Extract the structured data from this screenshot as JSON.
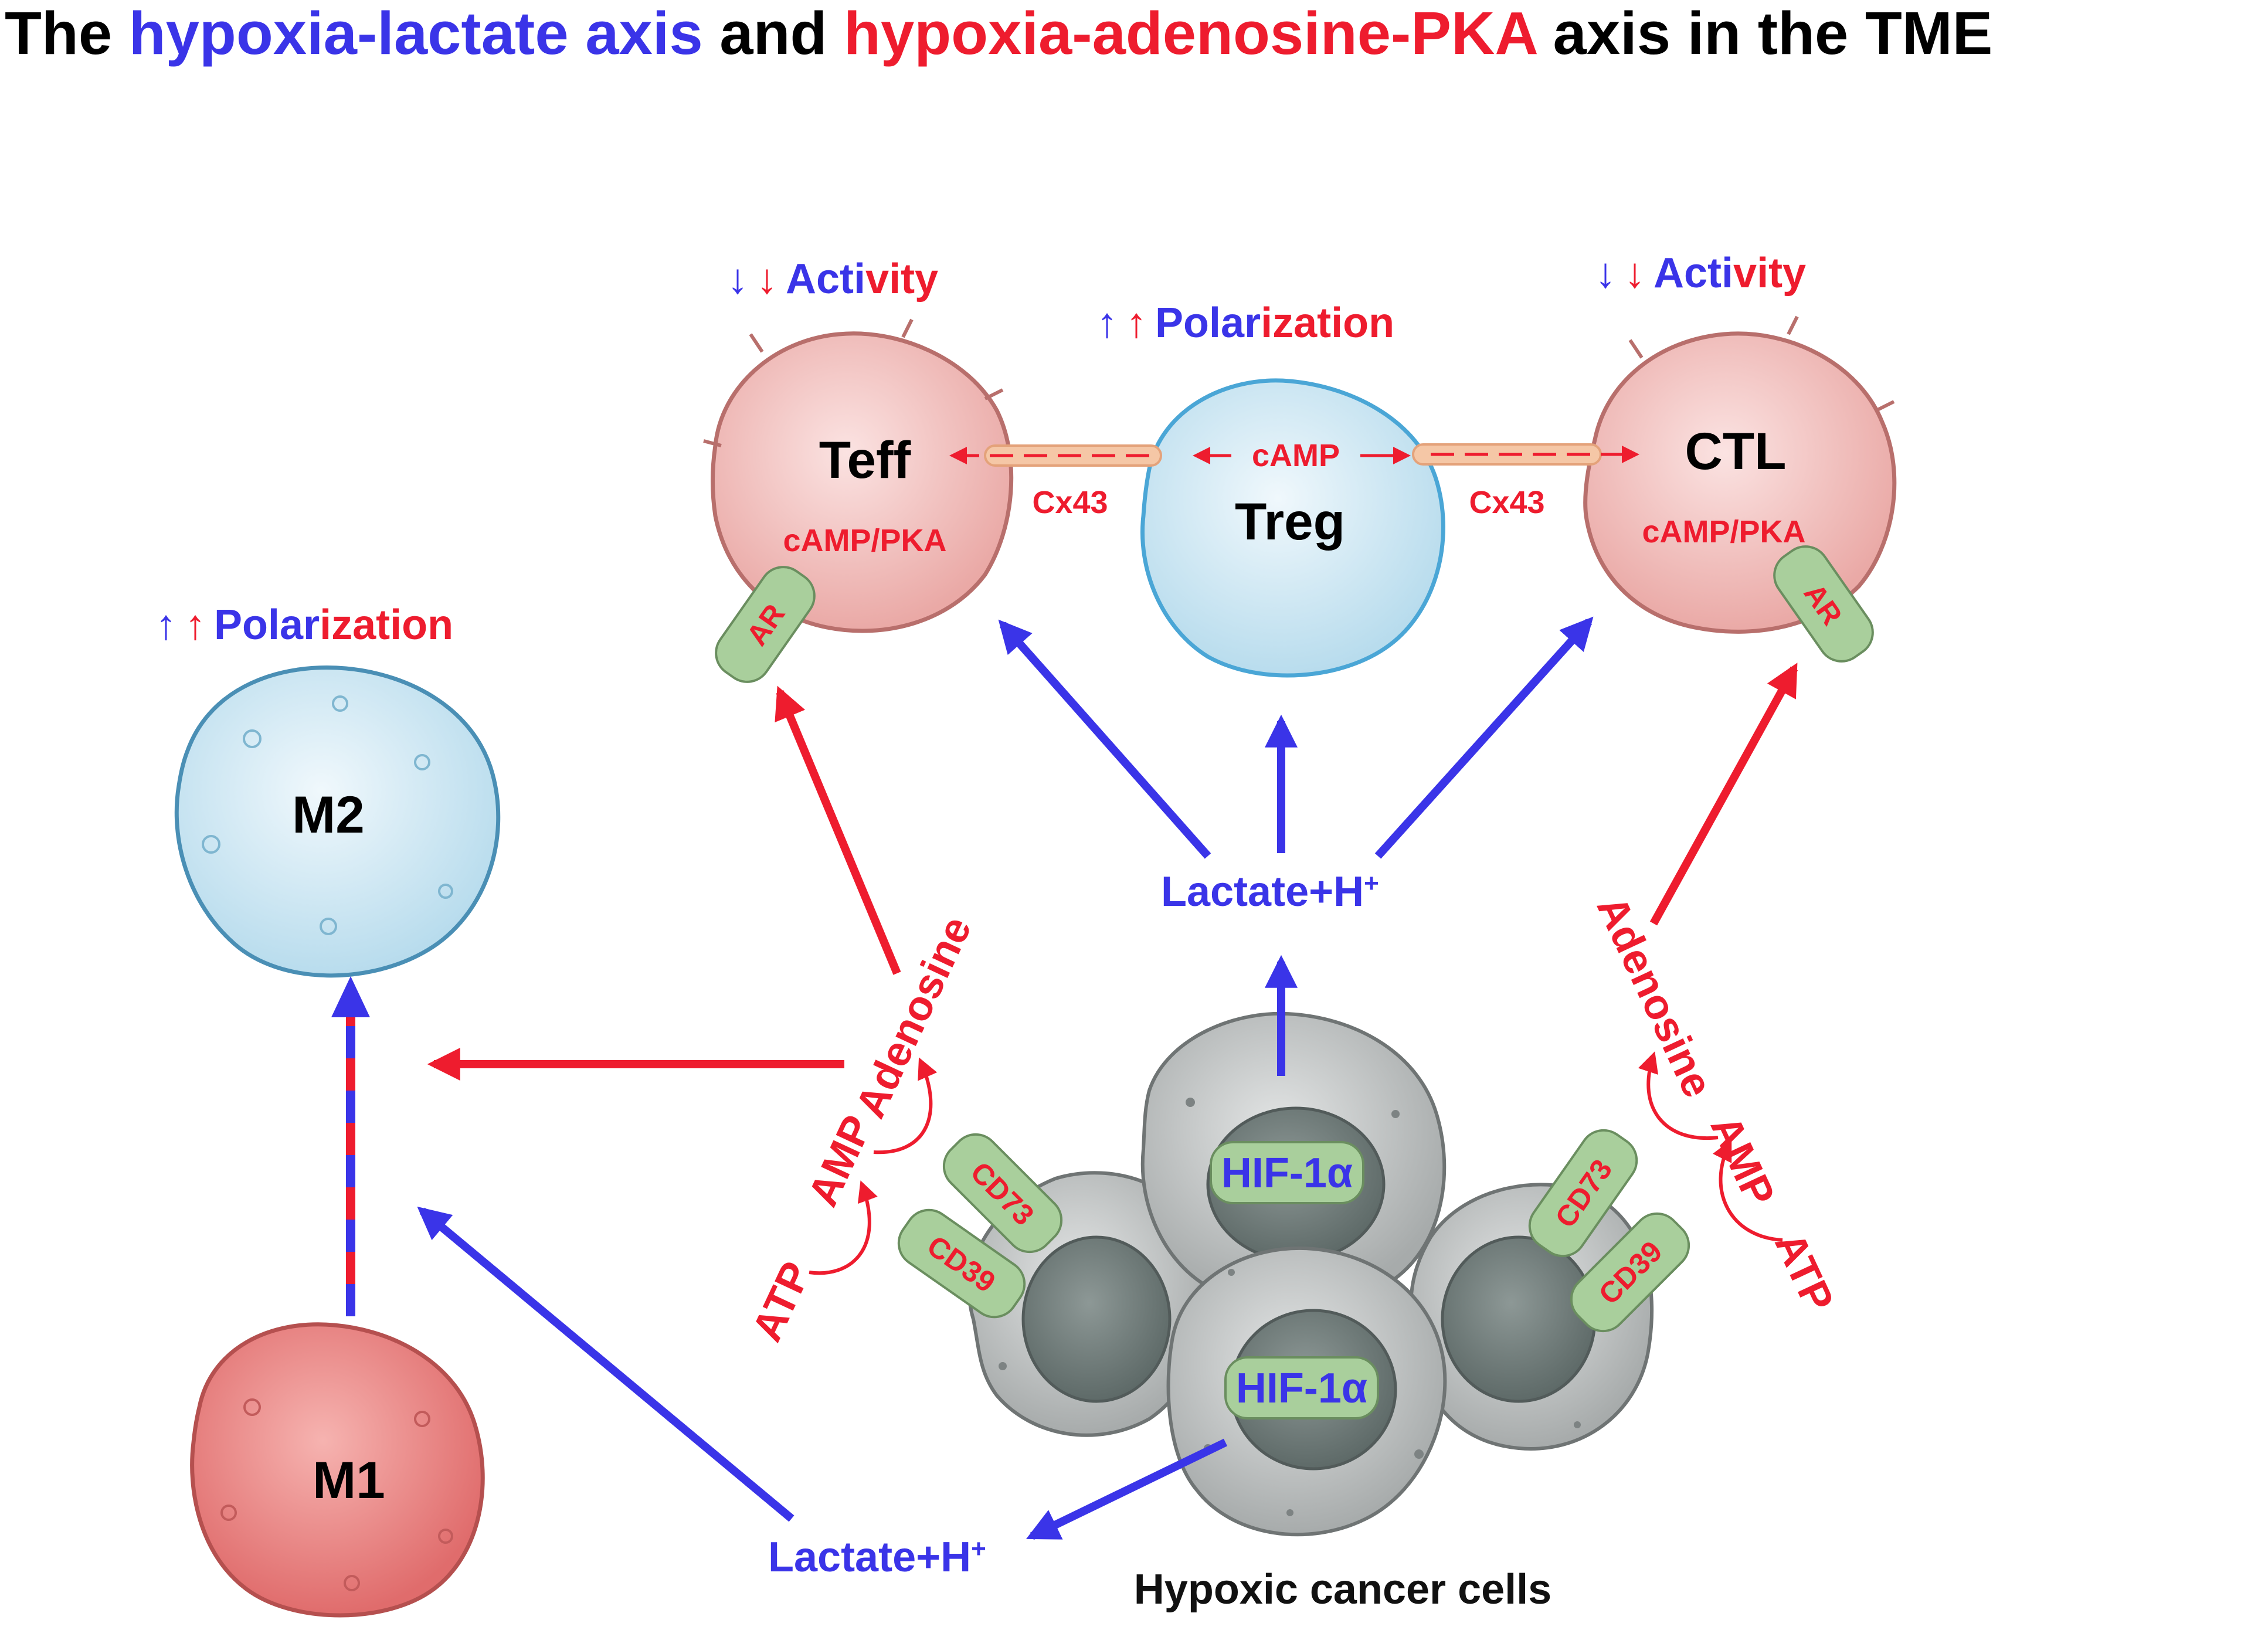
{
  "title": {
    "prefix": "The ",
    "lactate_axis": "hypoxia-lactate axis",
    "middle": " and ",
    "adenosine_axis": "hypoxia-adenosine-PKA",
    "suffix": " axis in the TME"
  },
  "cells": {
    "teff": {
      "name": "Teff",
      "inner": "cAMP/PKA",
      "receptor": "AR",
      "effect_word_blue": "Acti",
      "effect_word_red": "vity"
    },
    "treg": {
      "name": "Treg",
      "inner": "cAMP",
      "effect_word_blue": "Polar",
      "effect_word_red": "ization"
    },
    "ctl": {
      "name": "CTL",
      "inner": "cAMP/PKA",
      "receptor": "AR",
      "effect_word_blue": "Acti",
      "effect_word_red": "vity"
    },
    "m2": {
      "name": "M2",
      "effect_word_blue": "Polar",
      "effect_word_red": "ization"
    },
    "m1": {
      "name": "M1"
    },
    "cancer": {
      "label": "Hypoxic cancer cells",
      "factor": "HIF-1α"
    }
  },
  "arrows_symbols": {
    "down": "↓",
    "up": "↑"
  },
  "junction": "Cx43",
  "metabolites": {
    "lactate": "Lactate+H",
    "plus": "+",
    "atp": "ATP",
    "amp": "AMP",
    "adenosine": "Adenosine"
  },
  "enzymes": {
    "cd39": "CD39",
    "cd73": "CD73"
  },
  "colors": {
    "blue": "#3a34e8",
    "red": "#ee1c2e",
    "pink_cell": "#f4c6c4",
    "blue_cell": "#cfe7f3",
    "m1_cell": "#ee8a8a",
    "grey_cell": "#c9cbcb",
    "green_tag": "#a9cf9c"
  }
}
